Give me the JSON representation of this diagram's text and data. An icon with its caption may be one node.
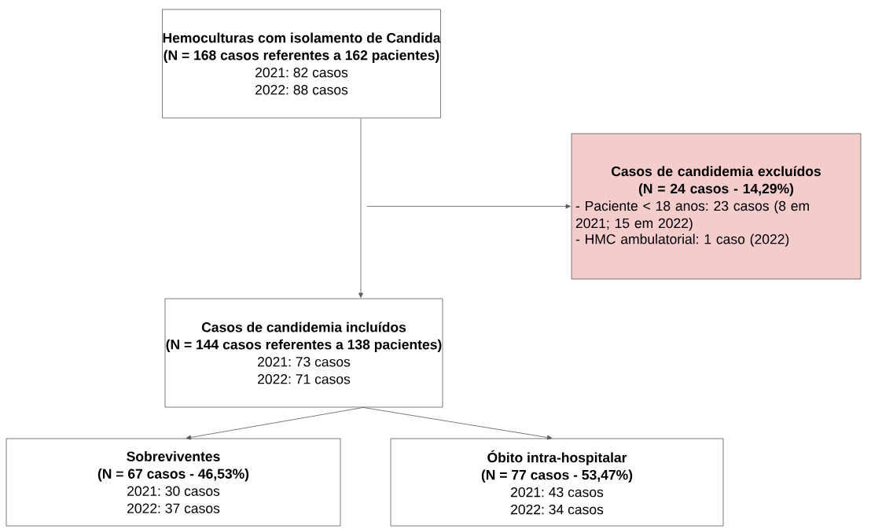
{
  "diagram": {
    "nodes": [
      {
        "text": [
          "Hemoculturas com isolamento de Candida",
          "(N = 168 casos referentes a 162 pacientes)",
          "2021: 82 casos",
          "2022: 88 casos"
        ]
      },
      {
        "text": [
          "Casos de candidemia excluídos",
          "(N = 24 casos - 14,29%)",
          "- Paciente < 18 anos: 23 casos (8 em 2021; 15 em 2022)",
          "- HMC ambulatorial: 1 caso (2022)"
        ]
      },
      {
        "text": [
          "Casos de candidemia incluídos",
          "(N = 144 casos referentes a 138 pacientes)",
          "2021: 73 casos",
          "2022: 71 casos"
        ]
      },
      {
        "text": [
          "Sobreviventes",
          "(N = 67 casos - 46,53%)",
          "2021: 30 casos",
          "2022: 37 casos"
        ]
      },
      {
        "text": [
          "Óbito intra-hospitalar",
          "(N = 77 casos - 53,47%)",
          "2021: 43 casos",
          "2022: 34 casos"
        ]
      }
    ],
    "edges": [
      {
        "from": 0,
        "to": 2,
        "arrow": "to"
      },
      {
        "from": null,
        "to": 1,
        "arrow": "to"
      },
      {
        "from": 2,
        "to": 3,
        "arrow": "to"
      },
      {
        "from": 2,
        "to": 4,
        "arrow": "to"
      }
    ]
  }
}
